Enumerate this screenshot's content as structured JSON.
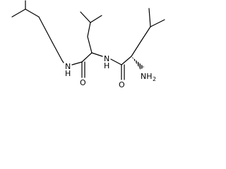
{
  "molecule": {
    "atoms": {
      "nh_left": "N",
      "nh_left_h": "H",
      "o_left": "O",
      "nh_right": "N",
      "nh_right_h": "H",
      "o_right": "O",
      "nh2": "NH",
      "nh2_sub": "2"
    }
  }
}
